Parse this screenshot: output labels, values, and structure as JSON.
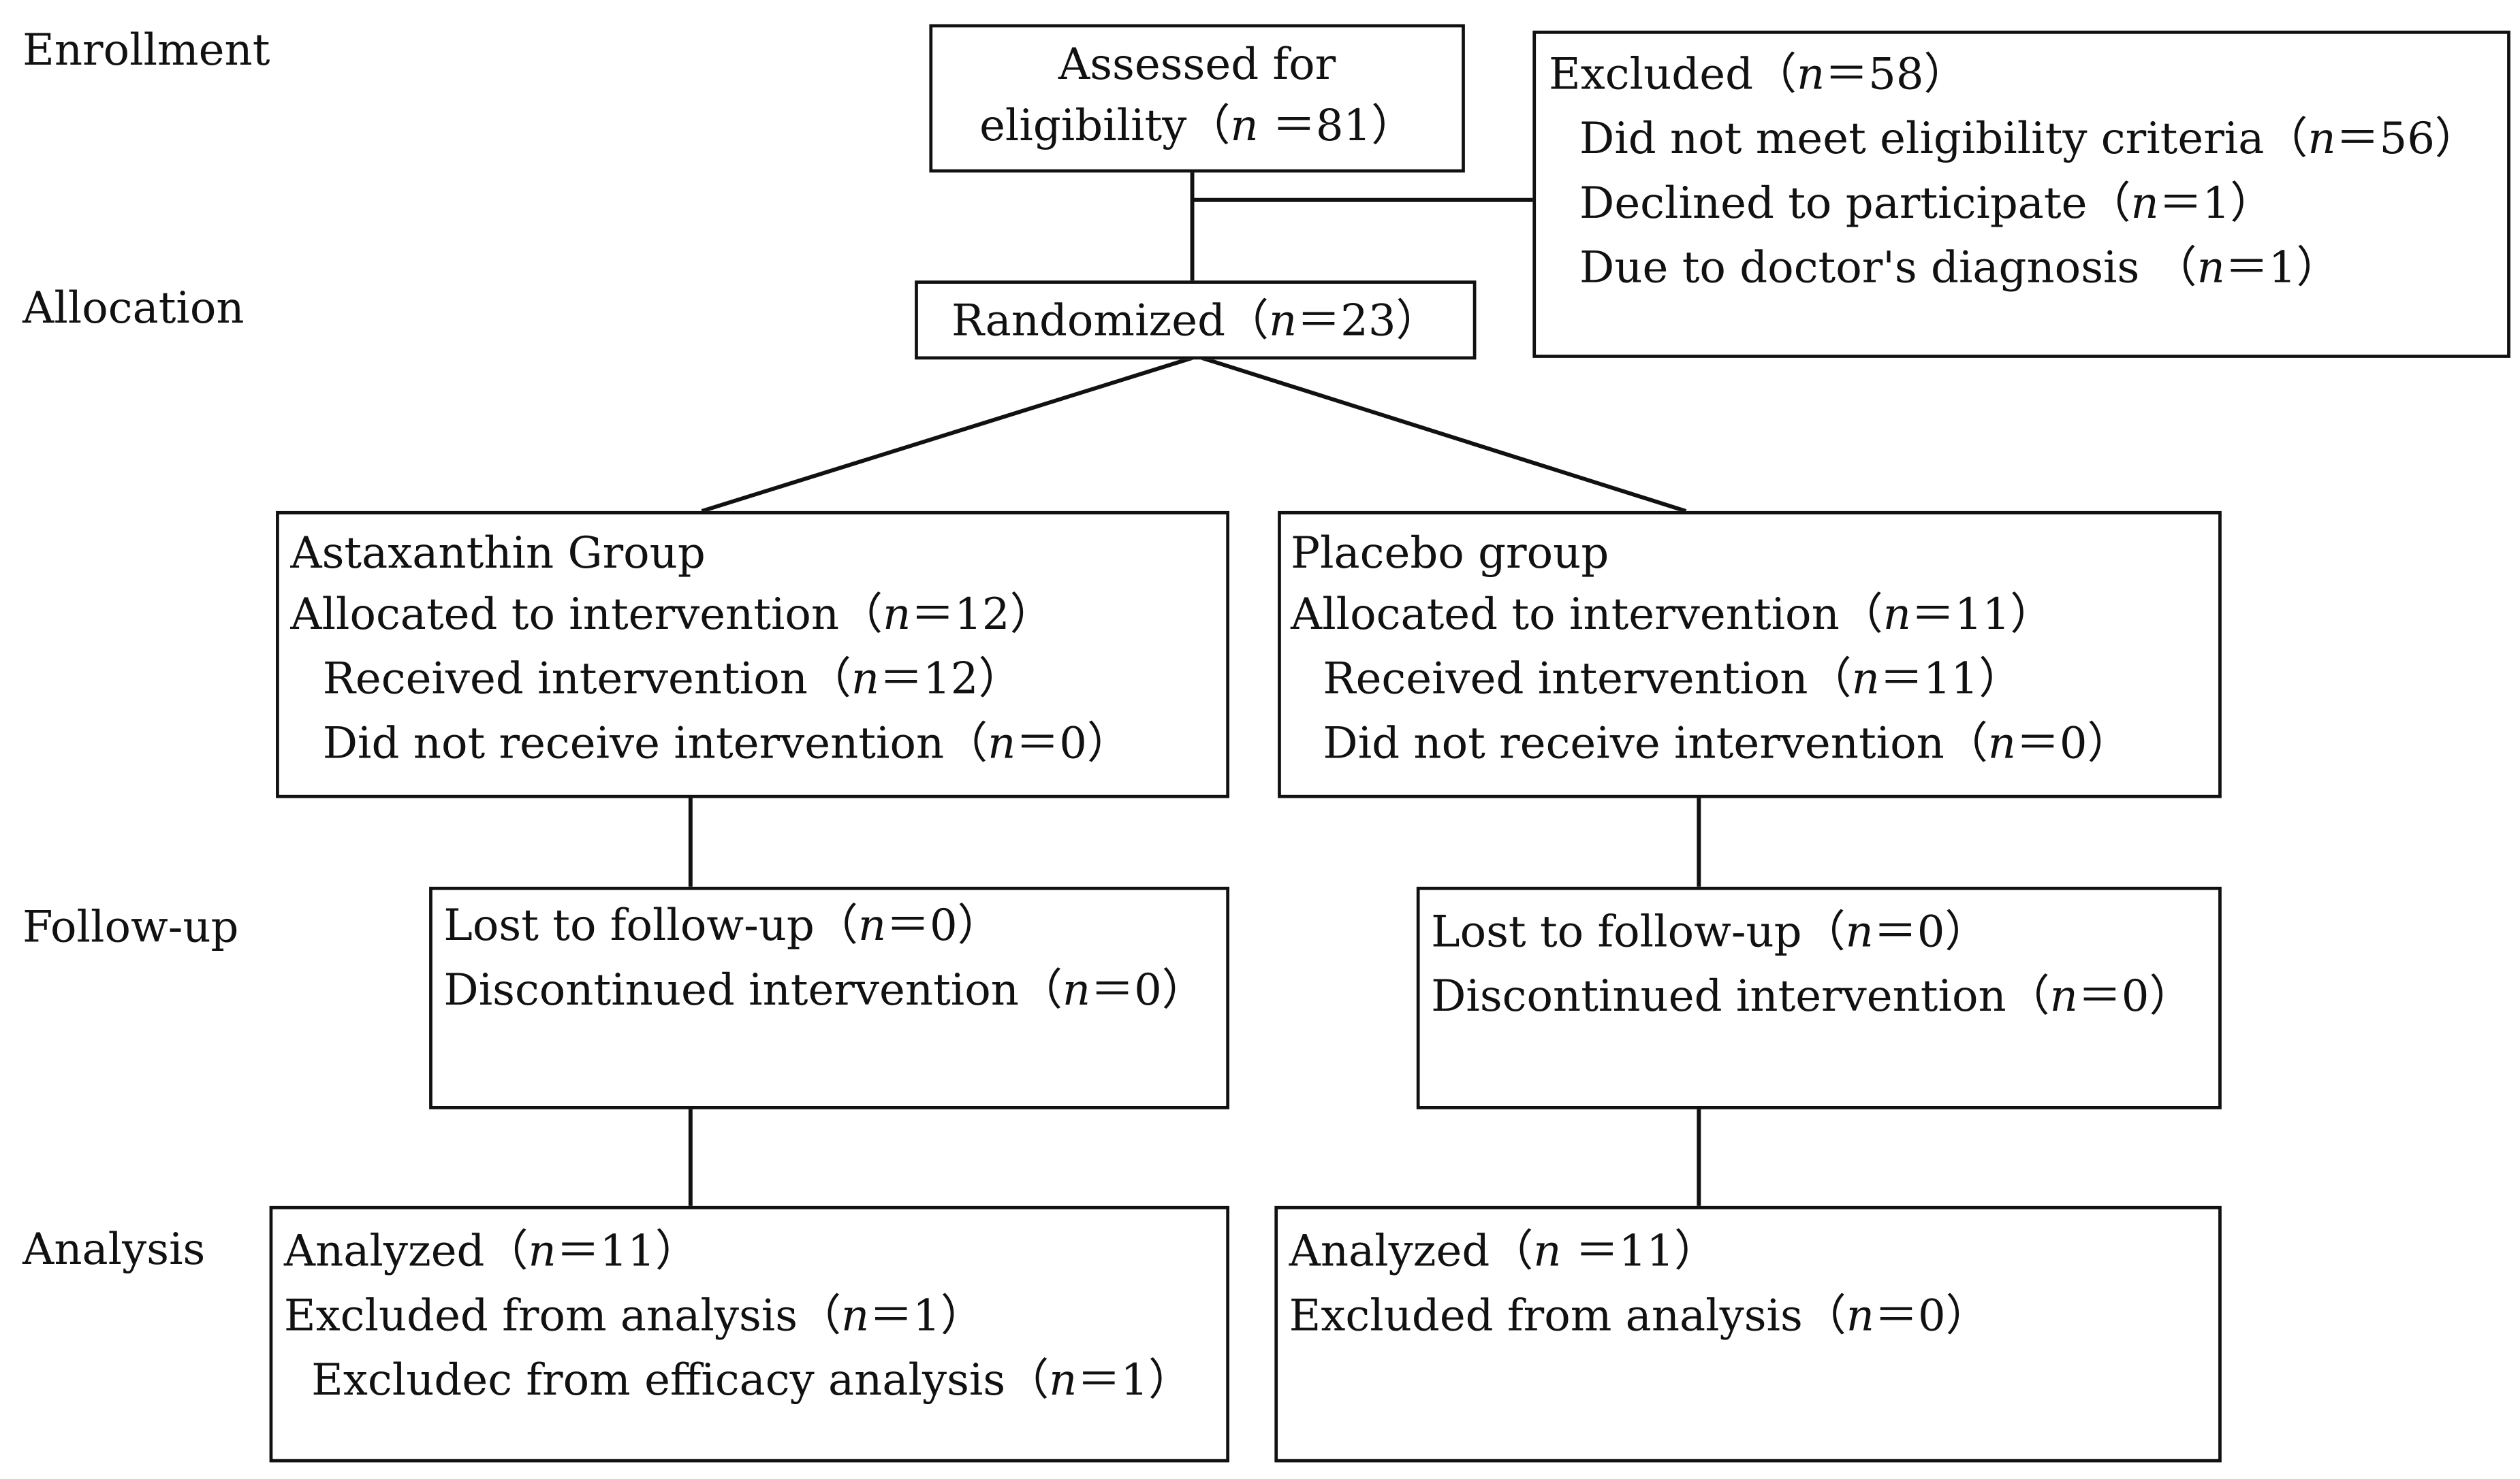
{
  "stages": {
    "enrollment": "Enrollment",
    "allocation": "Allocation",
    "followup": "Follow-up",
    "analysis": "Analysis"
  },
  "assessed": {
    "line1": "Assessed for",
    "line2": "eligibility（n ＝81）"
  },
  "excluded": {
    "title": "Excluded（n＝58）",
    "items": [
      "Did not meet eligibility criteria（n＝56）",
      "Declined to participate（n＝1）",
      "Due to doctor's diagnosis （n＝1）"
    ]
  },
  "randomized": "Randomized（n＝23）",
  "astaxanthin": {
    "title": "Astaxanthin Group",
    "allocated": "Allocated to intervention（n＝12）",
    "received": "Received intervention（n＝12）",
    "not_received": "Did not receive intervention（n＝0）",
    "lost": "Lost to follow-up（n＝0）",
    "discontinued": "Discontinued intervention（n＝0）",
    "analyzed": "Analyzed（n＝11）",
    "excluded_analysis": "Excluded from analysis（n＝1）",
    "excluded_efficacy": "Excludec from efficacy analysis（n＝1）"
  },
  "placebo": {
    "title": "Placebo group",
    "allocated": "Allocated to intervention（n＝11）",
    "received": "Received intervention（n＝11）",
    "not_received": "Did not receive intervention（n＝0）",
    "lost": "Lost to follow-up（n＝0）",
    "discontinued": "Discontinued intervention（n＝0）",
    "analyzed": "Analyzed（n ＝11）",
    "excluded_analysis": "Excluded from analysis（n＝0）"
  }
}
